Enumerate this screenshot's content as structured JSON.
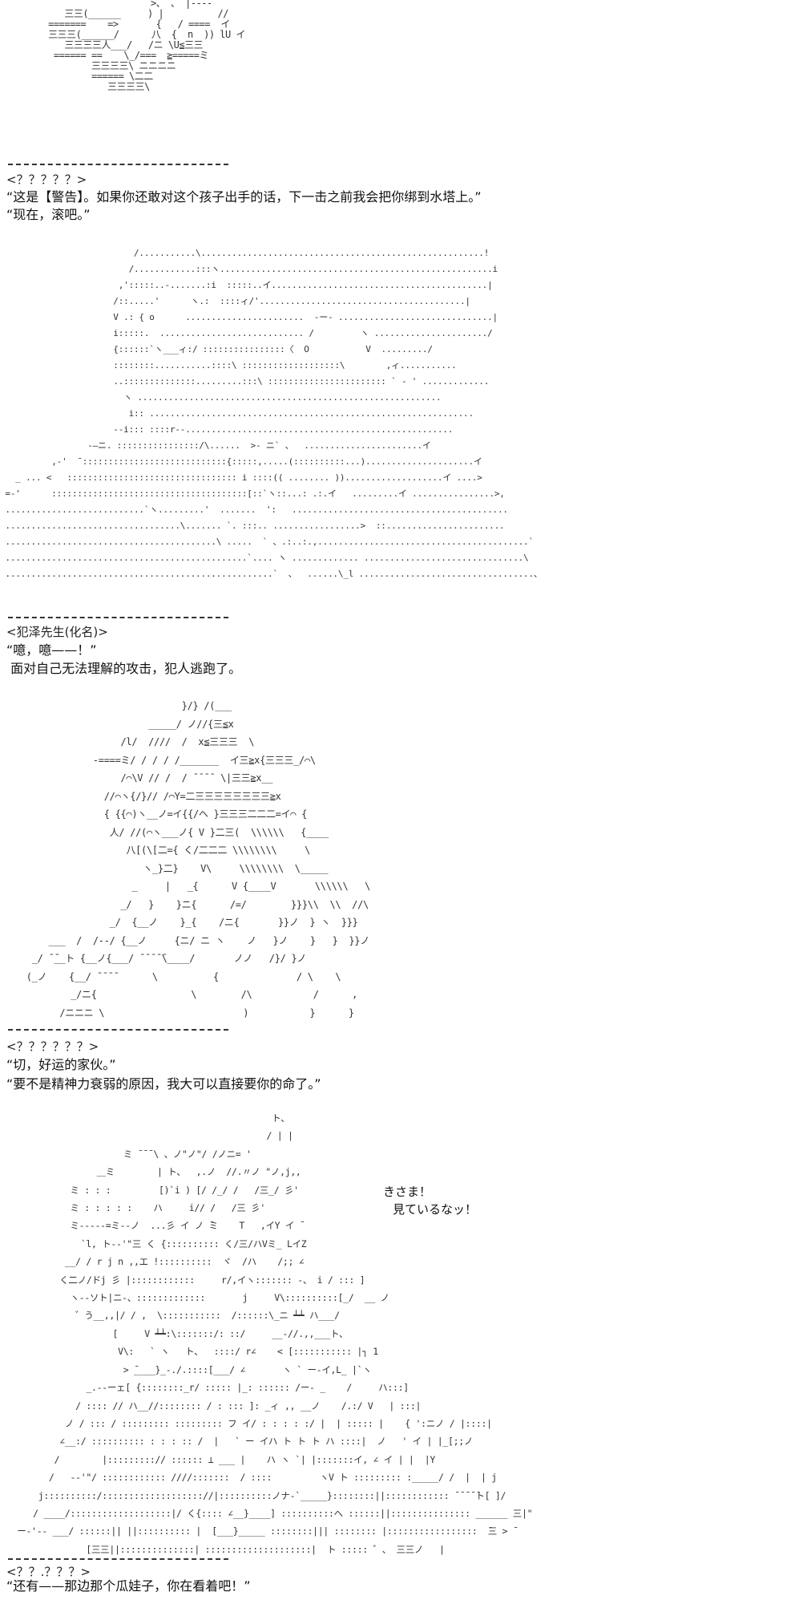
{
  "scene1": {
    "art": "                      >、 、 |----\n      三三(______     ) |          //\n   =======    =>       {   / ====  イ\n   三三三(______/      八  {  n  )) lU イ\n      三三三三人___/   /ニ \\U≦三三\n    ====== ==    \\_/===  ≧=====ミ\n           三三三三\\ ニニニニ\n           ====== \\二二\n              三三三三\\",
    "speaker": "<？？？？？>",
    "lines": [
      "“这是【警告】。如果你还敢对这个孩子出手的话，下一击之前我会把你绑到水塔上。”",
      "“现在，滚吧。”"
    ]
  },
  "scene2": {
    "art": "                          /...........\\.......................................................!\n                         /............:::ヽ.....................................................i\n                       ,':::::..-.......:i  :::::..イ..........................................|\n                      /::.....'      ヽ.:  ::::ィ/'........................................|\n                      V .: { o      .......................  -ー- ..............................|\n                      i:::::.  ............................ /         ヽ ....................../\n                      {::::::`ヽ___ィ:/ ::::::::::::::::〈  O           V  ........./\n                      ::::::::...........::::\\ :::::::::::::::::::\\        ,ィ...........\n                      ..::::::::::::::.........:::\\ ::::::::::::::::::::::: ` - ' .............\n                        ヽ ...........................................................\n                         i:: ...............................................................\n                      --i::: ::::r--....................................................\n                 -―ニ. ::::::::::::::::/\\......  >- ニ` 、  .......................イ\n          ,-'  ̄ ::::::::::::::::::::::::::::{:::::,.....(::::::::::...).....................イ\n   _ ... <   ::::::::::::::::::::::::::::::::: i ::::(( ........ ))...................イ ....>\n =-'      ::::::::::::::::::::::::::::::::::::::[::`ヽ::...: .:.イ   .........イ ................>,\n ...........................`ヽ.........'  .......  ':   ..........................................\n ..................................\\....... `. :::.. .................>  ::.......................\n .........................................\\ .....  ` 、.:..:.,.........................................`\n ...............................................`.... ヽ ............. ...............................\\\n ....................................................`  、  ......\\_l ..................................、",
    "speaker": "<犯泽先生(化名)>",
    "lines": [
      "“噫，噫——！”",
      " 面对自己无法理解的攻击，犯人逃跑了。"
    ]
  },
  "scene3": {
    "art": "                               }/} /(___\n                         _____/ ノ//{三≦x\n                    /l/  ////  /  x≦三三三  \\\n               -====ミ/ / / / /_______  イ三≧x{三三三_/⌒\\\n                    /⌒\\V // /  / ̄ ̄ ̄ ̄  \\|三三≧x__\n                 //⌒ヽ{/}// /⌒Y=二三三三三三三三三≧x\n                 { {{⌒)ヽ__ノ=イ{{/ヘ }三三三二二二=イ⌒ {\n                  人/ //(⌒ヽ___ノ{ V }二三(  \\\\\\\\\\\\   {____\n                     八[(\\[二={ く/二二二 \\\\\\\\\\\\\\\\     \\\n                        ヽ_}二}    V\\     \\\\\\\\\\\\\\\\  \\_____\n                      _     |   _{      V {____V       \\\\\\\\\\\\   \\\n                    _/   }    }ニ{      /=/        }}}\\\\  \\\\  //\\\n                  _/  {__ノ    }_{    /ニ{       }}ノ  } ヽ  }}}\n       ___  /  /--/ {__ノ     {ニ/ ニ ヽ    ノ   }ノ    }   }  }}ノ\n    _/ ̄ ̄__ト {__ノ{___/ ̄ ̄ ̄ ̄ ̄\\____/       ノノ   /}/ }ノ\n   (_ノ    {__/ ̄ ̄ ̄ ̄       \\          {              / \\    \\\n           _/ニ{                 \\        /\\           /      ,\n         /ニニニ \\                         )           }      }",
    "speaker": "<？？？？？？>",
    "lines": [
      "“切，好运的家伙。”",
      "“要不是精神力衰弱的原因，我大可以直接要你的命了。”"
    ]
  },
  "scene4": {
    "art": "                                                  ト、\n                                                 / | |\n                      ミ ̄ ̄ ̄ \\ 、ノ\"ノ\"/ /ノニ= '\n                 ＿ミ        | ト、  ,.ノ  //.〃ノ \"ノ,j,,\n            ミ : : :         [)`i ) [/ /_/ /   /三_/ 彡'\n            ミ : : : : :    ハ     i// /   /三 彡'\n            ミ-----=ミ--ノ  ...彡 イ ノ ̄ミ    T   ,イY イ ̄\n              `l, ト-‐'\"三 く {:::::::::: く/三/ハVミ_ LイΖ\n           __/ / r j n ,,エ !::::::::::  ヾ  /ハ    /;; ∠\n          く二ノ/ドj 彡 |::::::::::::     r/,イヽ::::::: -、 i / ::: ]\n            ヽ-‐ソト|ニ-、:::::::::::::       j     V\\::::::::::[_/  __ ノ\n             ゛う__,,|/ / ,  \\:::::::::::  /::::::\\_ニ ┷┷ ハ___/\n                    [     V ┷┷:\\:::::::/: ::/     __-//.,,___ト、\n                     V\\:   ` ヽ   ト、  ::::/ r∠    < [::::::::::: |┐ 1\n                      > ̄____}_-./.::::[___/ ∠       ヽ ` ー-イ,L_ |`ヽ\n               _.--ーェ[ {::::::::_r/ ::::: |_: :::::: /ー- _    /     ハ:::]\n             / :::: // ハ__//:::::::: / : ::: ]: _ィ ,, __ノ    /.:/ V   | :::|\n           ノ / ::: / ::::::::: ::::::::: フ イ/ : : : : :/ |  | ::::: |    { ':ニノ / |::::|\n          ∠__:/ :::::::::: : : : :: /  |   ` ー イハ ト ト ト ハ ::::|  ノ   ' イ | |_[;;ノ\n         /        |:::::::::// :::::: ⊥ ___ |    ハ ヽ `| |:::::::イ, ∠ イ | |  |Y\n        /   --'\"/ :::::::::::: ////:::::::  / ::::         ヽV ト ::::::::: :_____/ /  |  | j\n      j::::::::::/::::::::::::::::::://|::::::::::ノナ-`_____}::::::::||:::::::::::: ̄ ̄ ̄ ̄ ̄ト[ ]/\n     / ____/:::::::::::::::::::|/ く{:::: ∠__}____] ::::::::::へ ::::::||::::::::::::::: ______ 三|\"\n  ー-'-- ___/ ::::::|| ||:::::::::: |  [___}_____ ::::::::||| :::::::: |:::::::::::::::::  ̄三 > ̄\n               [三三||::::::::::::::| ::::::::::::::::::::|  ト ::::: ゛、 三三ノ   |",
    "bubble_a": "きさま！",
    "bubble_b": "見ているなッ！",
    "speaker": "<？？.？？？>",
    "lines": [
      "“还有——那边那个瓜娃子，你在看着吧！”"
    ]
  },
  "divider_text": ""
}
